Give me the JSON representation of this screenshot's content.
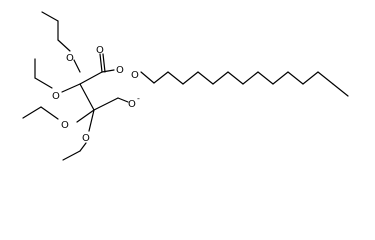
{
  "structure": {
    "atoms": {
      "o_top_ethoxy": "O",
      "o_left_ethoxy": "O",
      "o_mid_ethoxy": "O",
      "o_bottom_ethoxy": "O",
      "o_carbonyl": "O",
      "o_ester": "O",
      "o_carboxylate": "O"
    },
    "charges": {
      "o_carboxylate": "-"
    }
  }
}
